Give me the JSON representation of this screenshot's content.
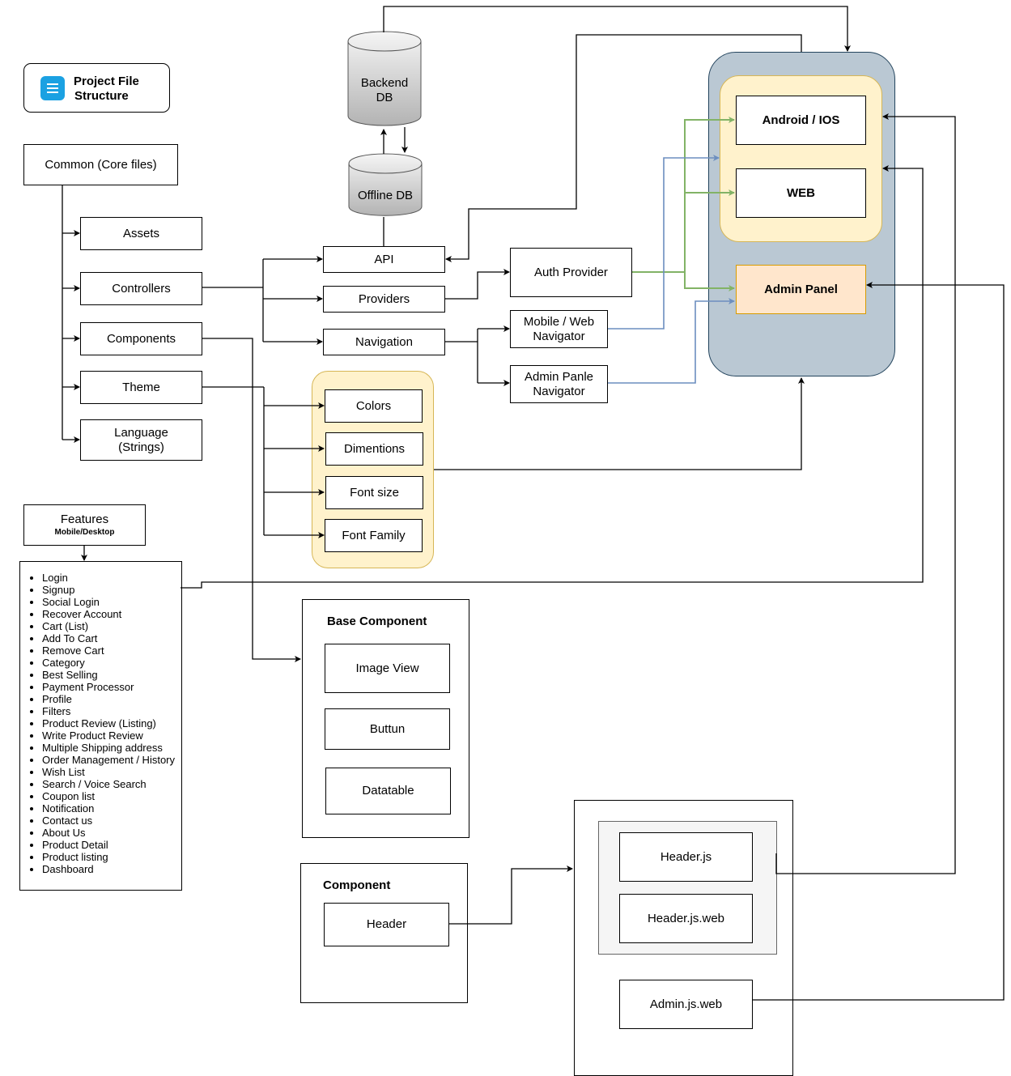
{
  "title": {
    "line1": "Project File",
    "line2": "Structure",
    "icon": "document-icon",
    "icon_color": "#1ba1e2"
  },
  "core": {
    "label": "Common (Core files)",
    "assets": "Assets",
    "controllers": "Controllers",
    "components": "Components",
    "theme": "Theme",
    "language": "Language\n(Strings)"
  },
  "databases": {
    "backend": "Backend\nDB",
    "offline": "Offline DB"
  },
  "controllers_children": {
    "api": "API",
    "providers": "Providers",
    "navigation": "Navigation"
  },
  "providers_children": {
    "auth": "Auth Provider"
  },
  "navigators": {
    "mobile_web": "Mobile / Web\nNavigator",
    "admin": "Admin Panle\nNavigator"
  },
  "theme_children": {
    "colors": "Colors",
    "dimentions": "Dimentions",
    "font_size": "Font size",
    "font_family": "Font Family"
  },
  "platforms": {
    "android_ios": "Android / IOS",
    "web": "WEB",
    "admin_panel": "Admin Panel"
  },
  "features": {
    "title": "Features",
    "subtitle": "Mobile/Desktop",
    "items": [
      "Login",
      "Signup",
      "Social Login",
      "Recover Account",
      "Cart (List)",
      "Add To Cart",
      "Remove Cart",
      "Category",
      "Best Selling",
      "Payment Processor",
      "Profile",
      "Filters",
      "Product Review (Listing)",
      "Write Product Review",
      "Multiple Shipping address",
      "Order Management / History",
      "Wish List",
      "Search / Voice Search",
      "Coupon list",
      "Notification",
      "Contact us",
      "About Us",
      "Product Detail",
      "Product listing",
      "Dashboard"
    ]
  },
  "base_component": {
    "title": "Base Component",
    "image_view": "Image View",
    "button": "Buttun",
    "datatable": "Datatable"
  },
  "component": {
    "title": "Component",
    "header": "Header"
  },
  "files": {
    "header_js": "Header.js",
    "header_js_web": "Header.js.web",
    "admin_js_web": "Admin.js.web"
  },
  "colors": {
    "platform_container": "#bac8d3",
    "platform_border": "#23445d",
    "apps_group": "#fff2cc",
    "apps_group_border": "#d6b656",
    "admin_fill": "#ffe6cc",
    "admin_border": "#d79b00",
    "green_link": "#82b366",
    "blue_link": "#6c8ebf",
    "files_group": "#f5f5f5"
  }
}
